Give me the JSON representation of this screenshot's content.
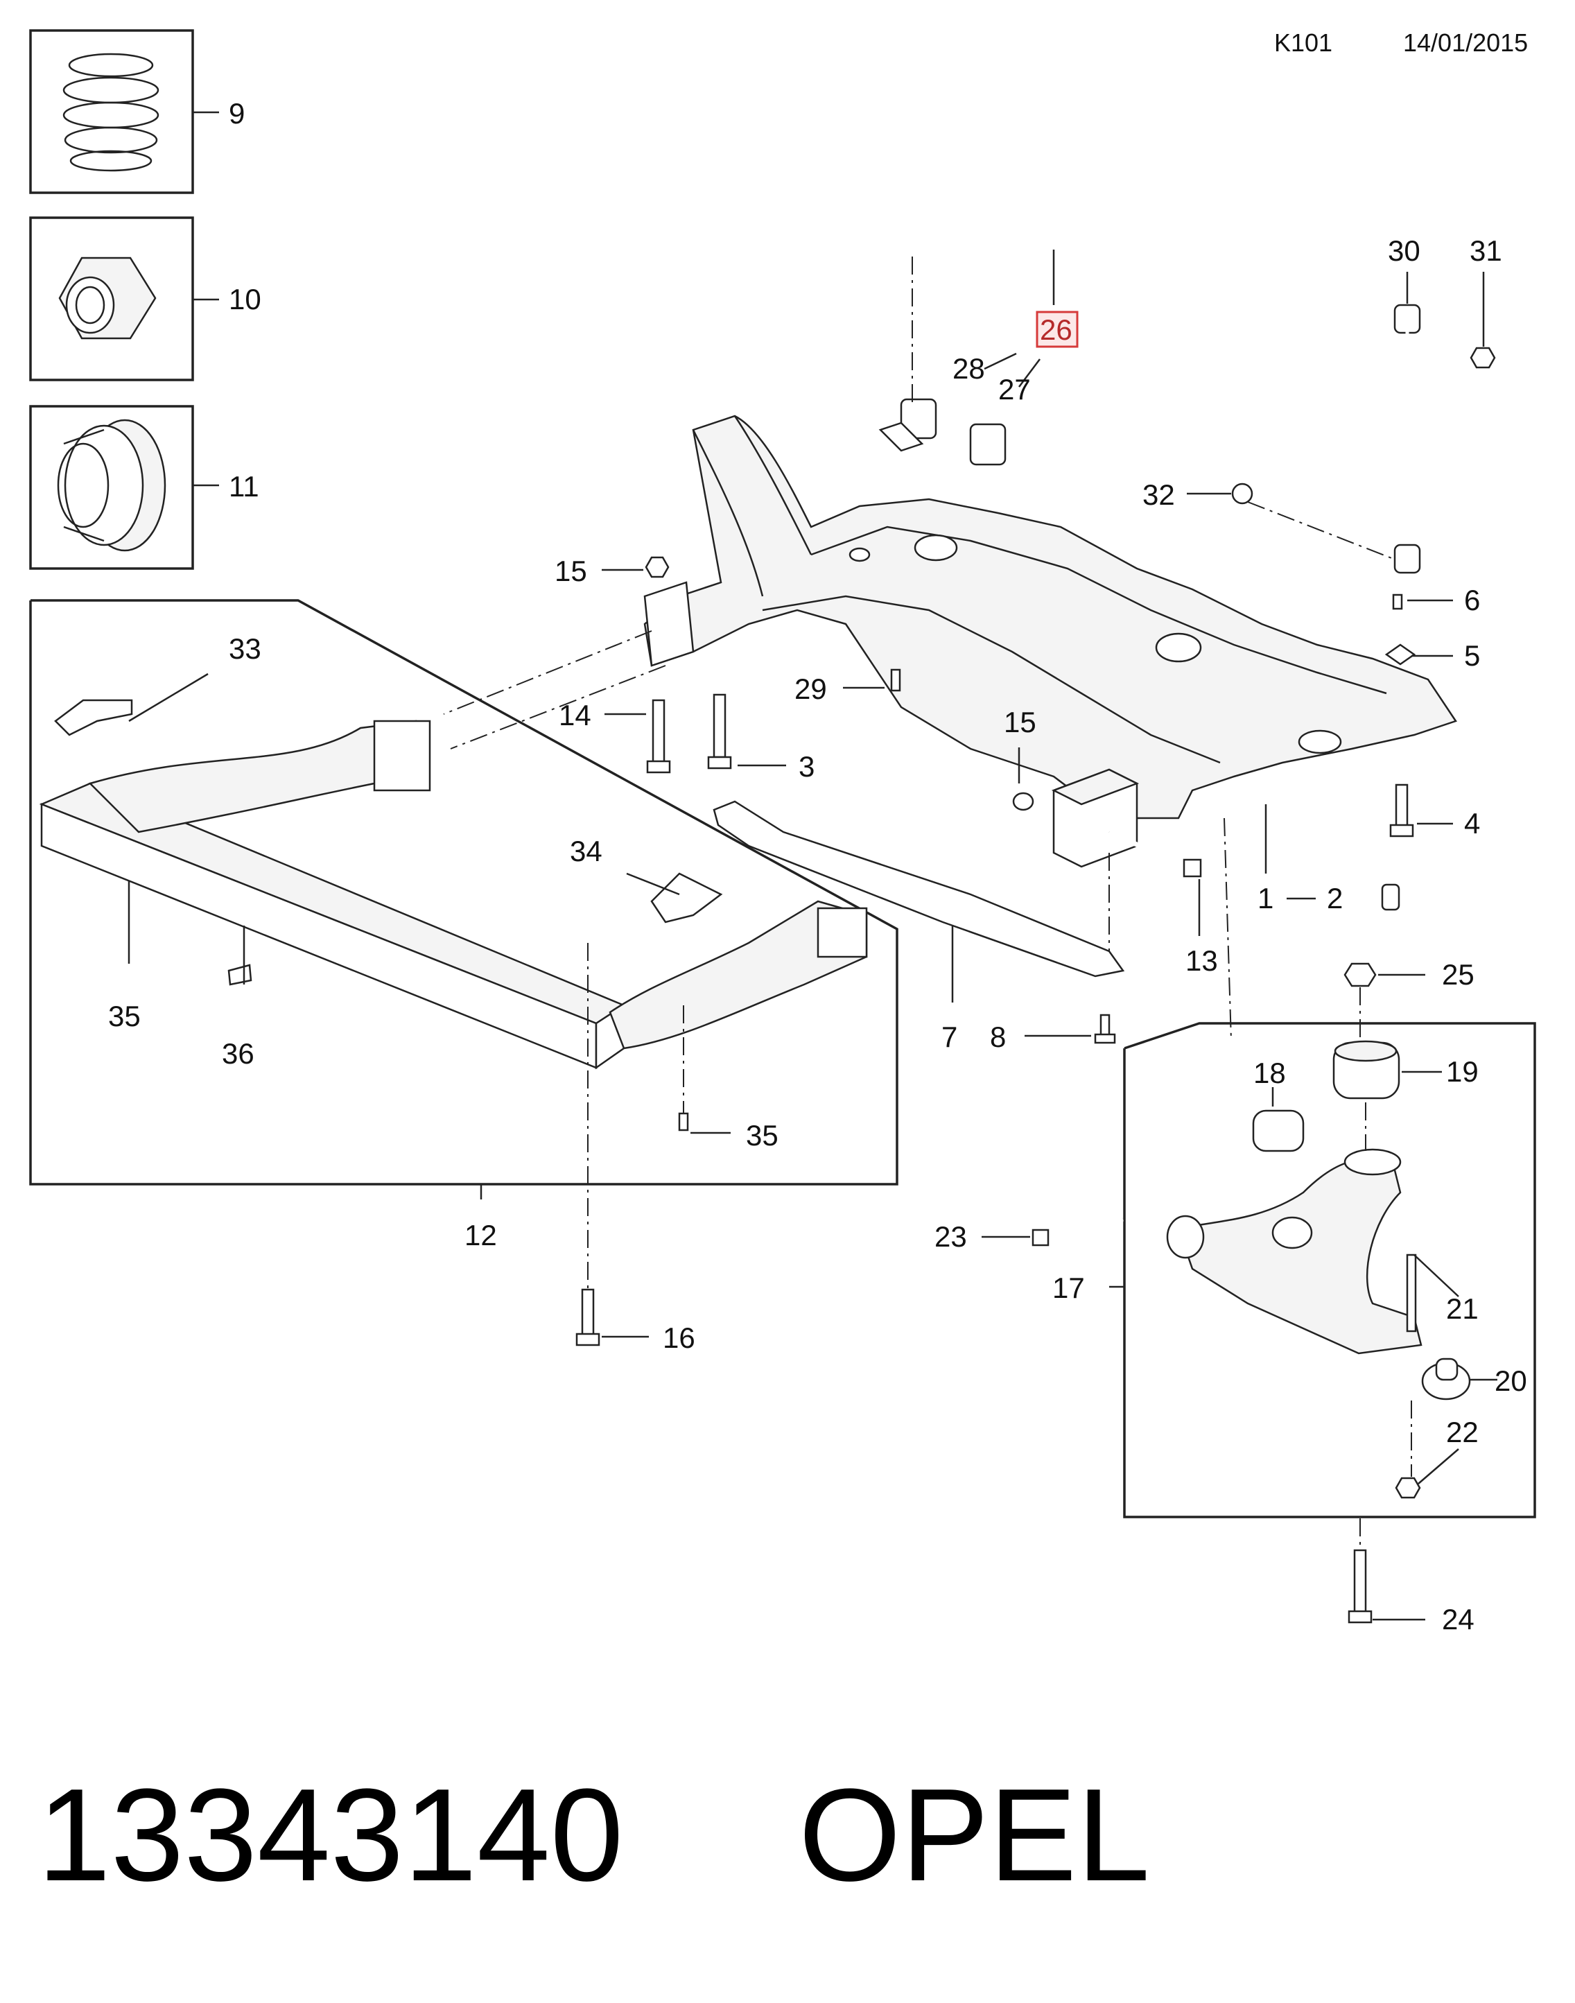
{
  "header": {
    "code": "K101",
    "date": "14/01/2015"
  },
  "footer": {
    "part_number": "13343140",
    "brand": "OPEL"
  },
  "highlight_color": "#d63a3a",
  "callouts": {
    "c1": "1",
    "c2": "2",
    "c3": "3",
    "c4": "4",
    "c5": "5",
    "c6": "6",
    "c7": "7",
    "c8": "8",
    "c9": "9",
    "c10": "10",
    "c11": "11",
    "c12": "12",
    "c13": "13",
    "c14": "14",
    "c15a": "15",
    "c15b": "15",
    "c16": "16",
    "c17": "17",
    "c18": "18",
    "c19": "19",
    "c20": "20",
    "c21": "21",
    "c22": "22",
    "c23": "23",
    "c24": "24",
    "c25": "25",
    "c26": "26",
    "c27": "27",
    "c28": "28",
    "c29": "29",
    "c30": "30",
    "c31": "31",
    "c32": "32",
    "c33": "33",
    "c34": "34",
    "c35a": "35",
    "c35b": "35",
    "c36": "36"
  }
}
